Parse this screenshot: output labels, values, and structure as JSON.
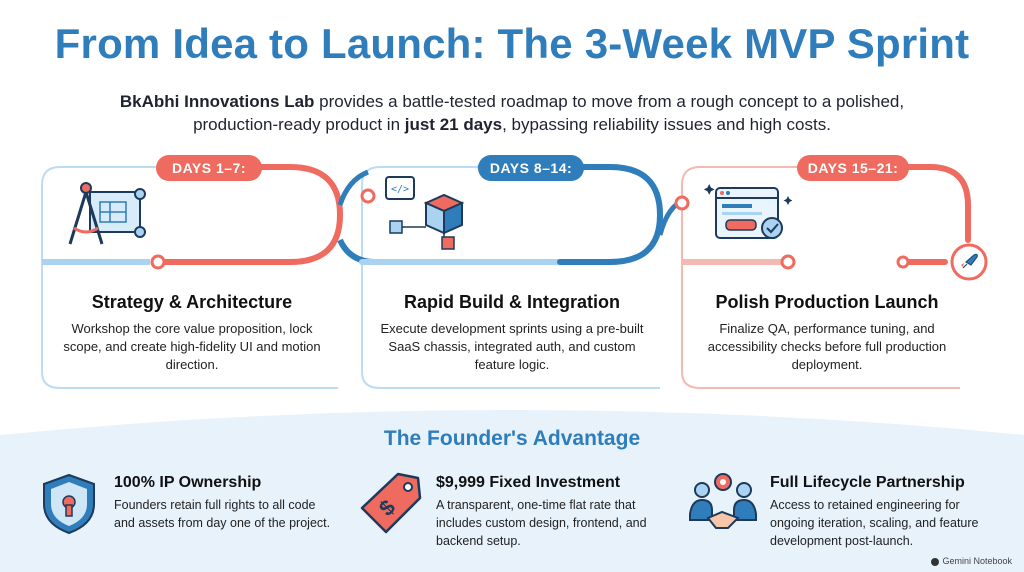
{
  "header": {
    "title": "From Idea to Launch: The 3-Week MVP Sprint",
    "subtitle_brand": "BkAbhi Innovations Lab",
    "subtitle_part1": " provides a battle-tested roadmap to move from a rough concept to a polished, production-ready product in ",
    "subtitle_highlight": "just 21 days",
    "subtitle_part2": ", bypassing reliability issues and high costs."
  },
  "colors": {
    "coral": "#ef6b5f",
    "blue": "#2f7dba",
    "light_blue": "#a9d3f1",
    "pale_bg": "#e7f2fb"
  },
  "phases": [
    {
      "badge": "DAYS 1–7:",
      "title": "Strategy & Architecture",
      "desc": "Workshop the core value proposition, lock scope, and create high-fidelity UI and motion direction.",
      "icon": "compass-blueprint-icon"
    },
    {
      "badge": "DAYS 8–14:",
      "title": "Rapid Build & Integration",
      "desc": "Execute development sprints using a pre-built SaaS chassis, integrated auth, and custom feature logic.",
      "icon": "code-cube-icon"
    },
    {
      "badge": "DAYS 15–21:",
      "title": "Polish Production Launch",
      "desc": "Finalize QA, performance tuning, and accessibility checks before full production deployment.",
      "icon": "browser-check-icon"
    }
  ],
  "advantage": {
    "title": "The Founder's Advantage",
    "items": [
      {
        "title": "100% IP Ownership",
        "desc": "Founders retain full rights to all code and assets from day one of the project.",
        "icon": "shield-lock-icon"
      },
      {
        "title": "$9,999 Fixed Investment",
        "desc": "A transparent, one-time flat rate that includes custom design, frontend, and backend setup.",
        "icon": "price-tag-icon"
      },
      {
        "title": "Full Lifecycle Partnership",
        "desc": "Access to retained engineering for ongoing iteration, scaling, and feature development post-launch.",
        "icon": "handshake-icon"
      }
    ]
  },
  "footer": {
    "label": "Gemini Notebook"
  }
}
